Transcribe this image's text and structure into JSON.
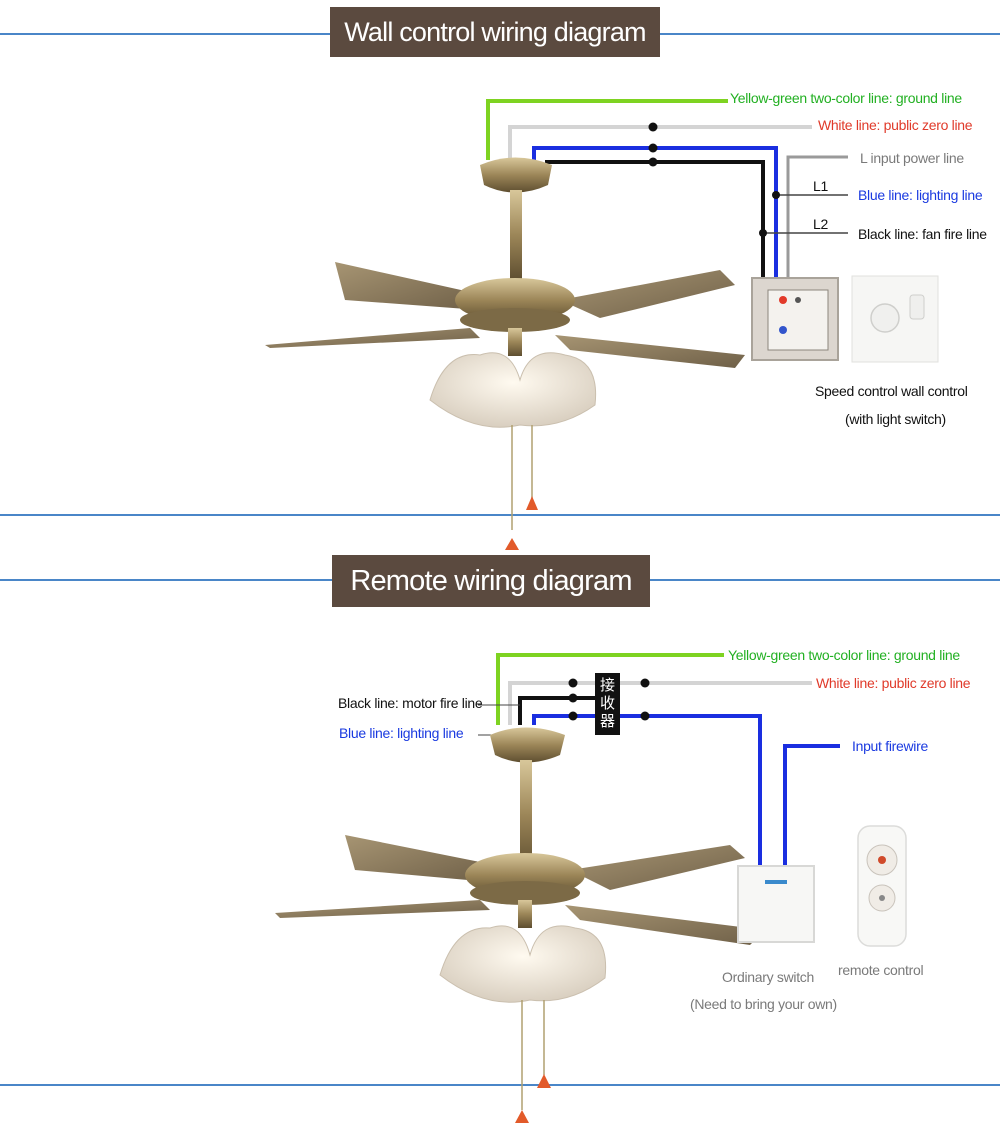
{
  "wall": {
    "title": "Wall control wiring diagram",
    "labels": {
      "ground": "Yellow-green two-color line: ground line",
      "neutral": "White line: public zero line",
      "power": "L input power line",
      "l1": "L1",
      "lighting": "Blue line: lighting line",
      "l2": "L2",
      "fan": "Black line: fan fire line"
    },
    "control_caption_line1": "Speed control wall control",
    "control_caption_line2": "(with light switch)"
  },
  "remote": {
    "title": "Remote wiring diagram",
    "labels": {
      "ground": "Yellow-green two-color line: ground line",
      "neutral": "White line: public zero line",
      "motor": "Black line: motor fire line",
      "lighting": "Blue line: lighting line",
      "input": "Input firewire",
      "receiver": "接收器"
    },
    "switch_caption_line1": "Ordinary switch",
    "switch_caption_line2": "(Need to bring your own)",
    "remote_caption": "remote control"
  },
  "colors": {
    "title_bg": "#5b4a3f",
    "divider": "#4a86c8",
    "ground_wire": "#7ed321",
    "neutral_wire": "#d8d8d8",
    "lighting_wire": "#1a2ee0",
    "fan_wire": "#111111"
  }
}
